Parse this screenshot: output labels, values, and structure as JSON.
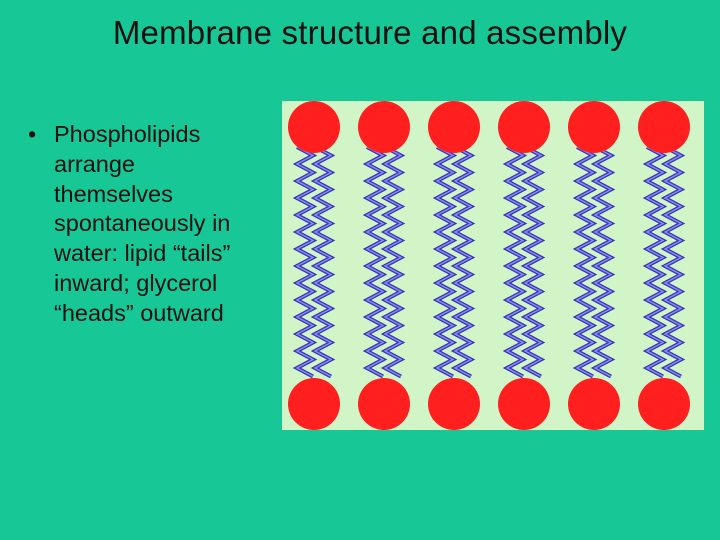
{
  "slide": {
    "title": "Membrane structure and assembly",
    "bullet_symbol": "•",
    "bullet_lines": [
      "Phospholipids",
      "arrange",
      "themselves",
      "spontaneously in",
      "water: lipid “tails”",
      "inward; glycerol",
      "“heads” outward"
    ]
  },
  "diagram": {
    "background_color": "#d2f5c8",
    "head_color": "#ff1f1f",
    "tail_color": "#3535b8",
    "tail_highlight_color": "#8d8df0",
    "column_count": 6,
    "layers": [
      "top",
      "bottom"
    ]
  }
}
